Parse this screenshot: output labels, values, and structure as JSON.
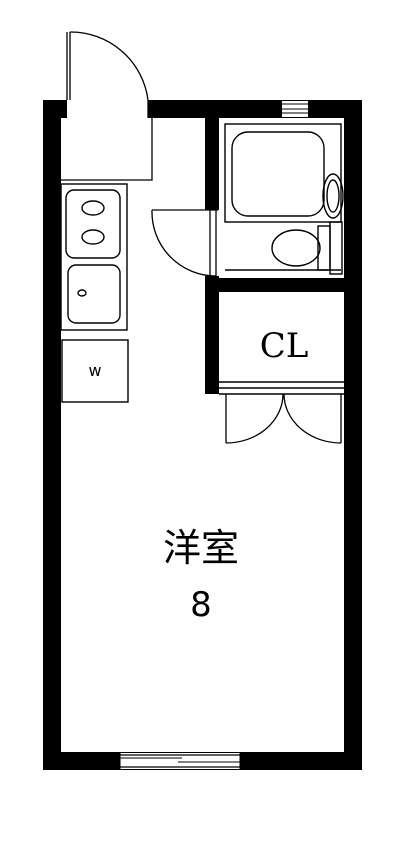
{
  "rooms": {
    "closet_label": "CL",
    "main_room_label": "洋室",
    "main_room_size": "8",
    "washer_label": "w"
  }
}
